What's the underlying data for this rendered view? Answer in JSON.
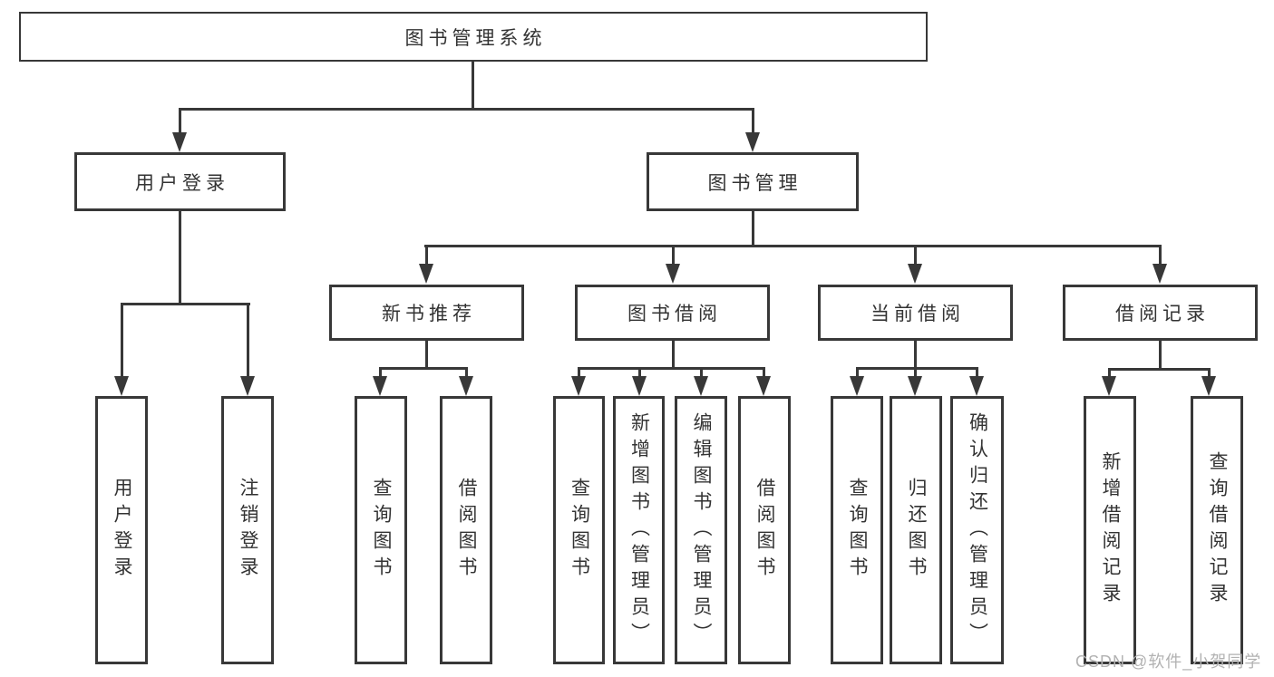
{
  "diagram": {
    "type": "tree",
    "title": "图书管理系统",
    "structure": {
      "图书管理系统": [
        "用户登录",
        "图书管理"
      ],
      "用户登录": [
        "用户登录",
        "注销登录"
      ],
      "图书管理": [
        "新书推荐",
        "图书借阅",
        "当前借阅",
        "借阅记录"
      ],
      "新书推荐": [
        "查询图书",
        "借阅图书"
      ],
      "图书借阅": [
        "查询图书",
        "新增图书（管理员）",
        "编辑图书（管理员）",
        "借阅图书"
      ],
      "当前借阅": [
        "查询图书",
        "归还图书",
        "确认归还（管理员）"
      ],
      "借阅记录": [
        "新增借阅记录",
        "查询借阅记录"
      ]
    }
  },
  "nodes": {
    "root": "图书管理系统",
    "user_login": "用户登录",
    "book_mgmt": "图书管理",
    "new_book_rec": "新书推荐",
    "book_borrow": "图书借阅",
    "current_borrow": "当前借阅",
    "borrow_record": "借阅记录",
    "ul_login": "用户登录",
    "ul_logout": "注销登录",
    "nb_query": "查询图书",
    "nb_borrow": "借阅图书",
    "bb_query": "查询图书",
    "bb_add": "新增图书（管理员）",
    "bb_edit": "编辑图书（管理员）",
    "bb_borrow": "借阅图书",
    "cb_query": "查询图书",
    "cb_return": "归还图书",
    "cb_confirm": "确认归还（管理员）",
    "br_add": "新增借阅记录",
    "br_query": "查询借阅记录"
  },
  "watermark": "CSDN @软件_小贺同学",
  "colors": {
    "line": "#383838",
    "text": "#333333",
    "watermark": "#b2b2b2",
    "background": "#ffffff"
  }
}
